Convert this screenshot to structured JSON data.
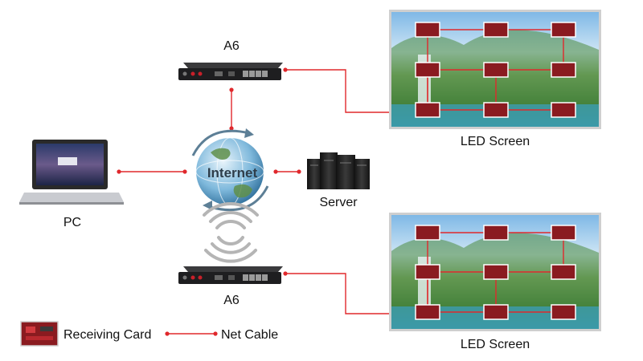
{
  "labels": {
    "a6_top": "A6",
    "a6_bottom": "A6",
    "internet": "Internet",
    "pc": "PC",
    "server": "Server",
    "led_screen_top": "LED Screen",
    "led_screen_bottom": "LED Screen"
  },
  "legend": {
    "receiving_card": "Receiving Card",
    "net_cable": "Net Cable"
  },
  "colors": {
    "cable": "#e0282c",
    "device_body": "#1e1e20",
    "card_red": "#c8202a"
  },
  "icons": {
    "controller": "controller-box-icon",
    "globe": "globe-icon",
    "laptop": "laptop-icon",
    "server": "server-tower-icon",
    "wireless": "wireless-signal-icon",
    "receiving_card": "receiving-card-icon",
    "led_screen": "led-screen-icon"
  }
}
